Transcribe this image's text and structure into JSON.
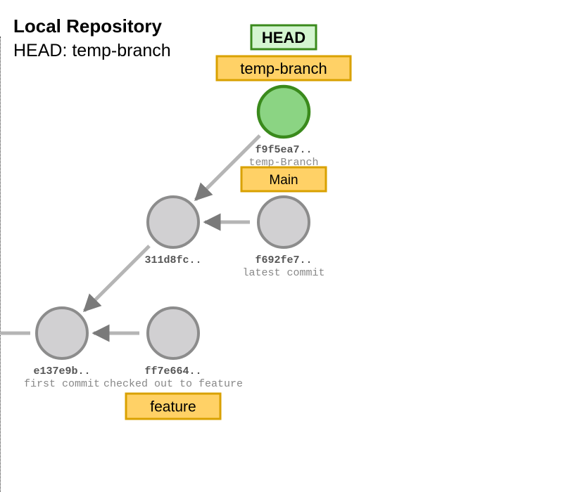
{
  "repository": {
    "title": "Local Repository",
    "head_status": "HEAD: temp-branch"
  },
  "colors": {
    "branch_fill": "#ffd166",
    "branch_stroke": "#d9a100",
    "head_fill": "#d4f5d0",
    "head_stroke": "#3a8a1c",
    "head_commit_fill": "#8bd483",
    "commit_fill": "#d1d0d2",
    "commit_stroke": "#8c8c8c",
    "edge": "#b5b5b5",
    "arrowhead": "#7a7a7a"
  },
  "commits": [
    {
      "id": "f9f5ea7",
      "hash": "f9f5ea7..",
      "message": "temp-Branch",
      "is_head": true
    },
    {
      "id": "311d8fc",
      "hash": "311d8fc..",
      "message": ""
    },
    {
      "id": "f692fe7",
      "hash": "f692fe7..",
      "message": "latest commit"
    },
    {
      "id": "e137e9b",
      "hash": "e137e9b..",
      "message": "first commit"
    },
    {
      "id": "ff7e664",
      "hash": "ff7e664..",
      "message": "checked out to feature"
    }
  ],
  "edges": [
    {
      "from": "f9f5ea7",
      "to": "311d8fc"
    },
    {
      "from": "f692fe7",
      "to": "311d8fc"
    },
    {
      "from": "311d8fc",
      "to": "e137e9b"
    },
    {
      "from": "ff7e664",
      "to": "e137e9b"
    },
    {
      "from": "offscreen",
      "to": "e137e9b"
    }
  ],
  "refs": [
    {
      "id": "head",
      "label": "HEAD",
      "kind": "head",
      "commit": "f9f5ea7"
    },
    {
      "id": "temp-branch",
      "label": "temp-branch",
      "kind": "branch",
      "commit": "f9f5ea7"
    },
    {
      "id": "main",
      "label": "Main",
      "kind": "branch",
      "commit": "f692fe7"
    },
    {
      "id": "feature",
      "label": "feature",
      "kind": "branch",
      "commit": "ff7e664"
    }
  ]
}
